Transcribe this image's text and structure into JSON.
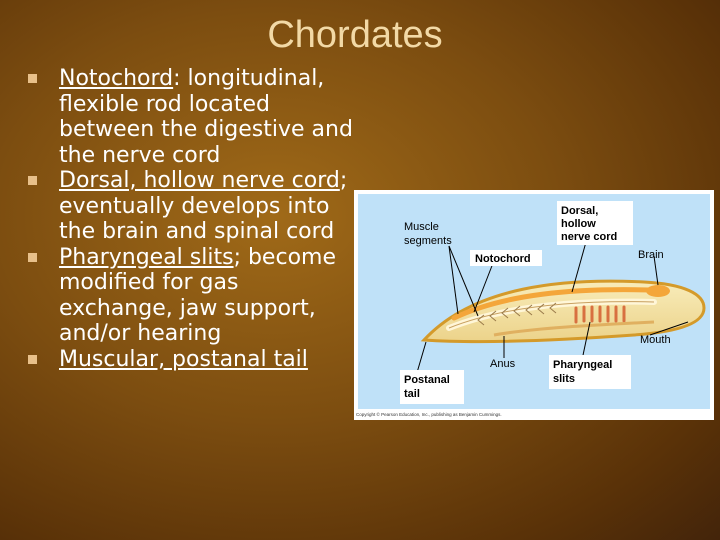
{
  "slide": {
    "title": "Chordates"
  },
  "bullets": [
    {
      "term": "Notochord",
      "rest": ": longitudinal, flexible rod located between the digestive and the nerve cord"
    },
    {
      "term": "Dorsal, hollow nerve cord",
      "rest": "; eventually develops into the brain and spinal cord"
    },
    {
      "term": "Pharyngeal slits",
      "rest": "; become modified for gas exchange, jaw support, and/or hearing"
    },
    {
      "term": "Muscular, postanal tail",
      "rest": ""
    }
  ],
  "diagram": {
    "labels": {
      "muscle_line1": "Muscle",
      "muscle_line2": "segments",
      "nerve_line1": "Dorsal,",
      "nerve_line2": "hollow",
      "nerve_line3": "nerve cord",
      "notochord": "Notochord",
      "brain": "Brain",
      "mouth": "Mouth",
      "anus": "Anus",
      "tail_line1": "Postanal",
      "tail_line2": "tail",
      "slits_line1": "Pharyngeal",
      "slits_line2": "slits"
    },
    "copyright": "Copyright © Pearson Education, Inc., publishing as Benjamin Cummings."
  },
  "colors": {
    "background": "#7c4d10",
    "title": "#f2d9a6",
    "bullet_marker": "#e8c08a",
    "text": "#ffffff",
    "diagram_bg": "#bfe1f8",
    "body": "#f2e2a4",
    "body_outline": "#d49a2a"
  }
}
